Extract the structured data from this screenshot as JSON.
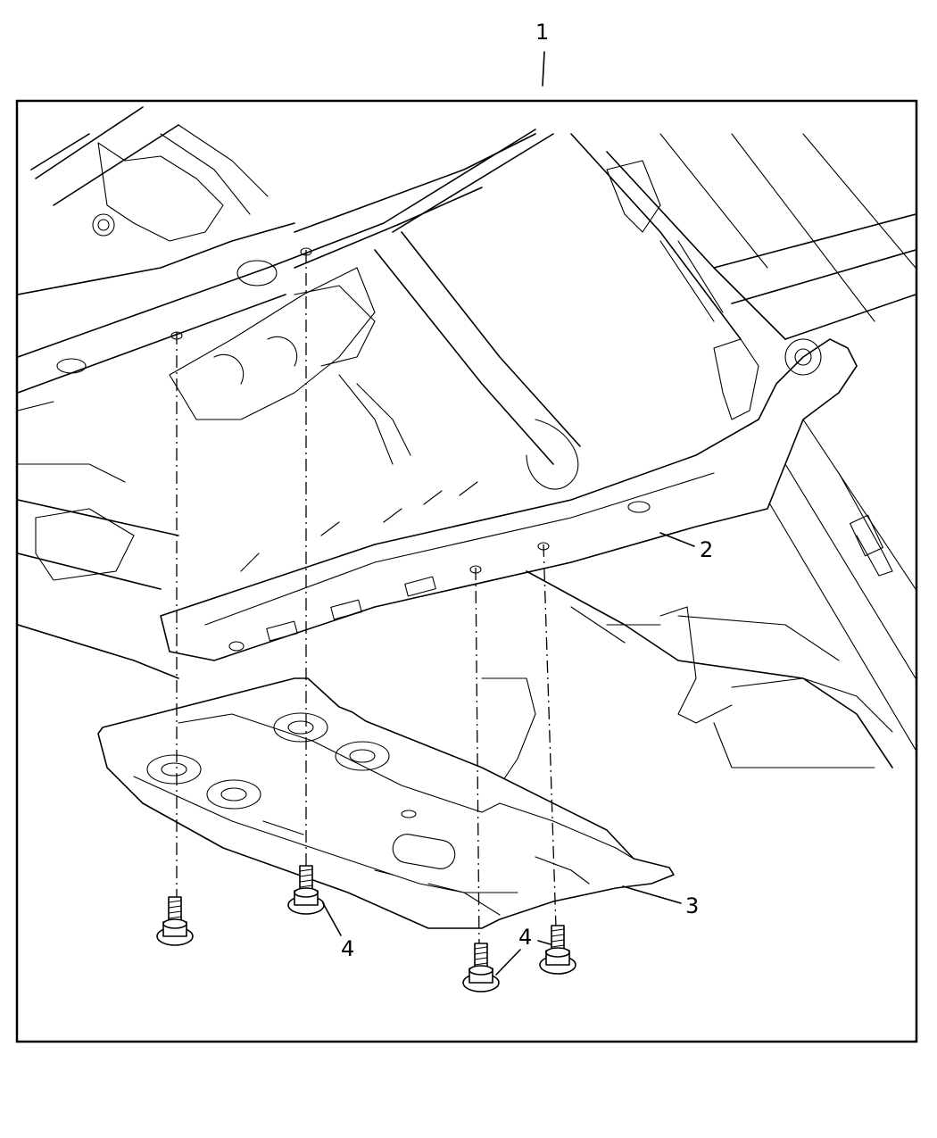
{
  "diagram": {
    "callouts": {
      "assembly": "1",
      "crossmember": "2",
      "skid_plate": "3",
      "bolt_left": "4",
      "bolt_right": "4"
    }
  }
}
